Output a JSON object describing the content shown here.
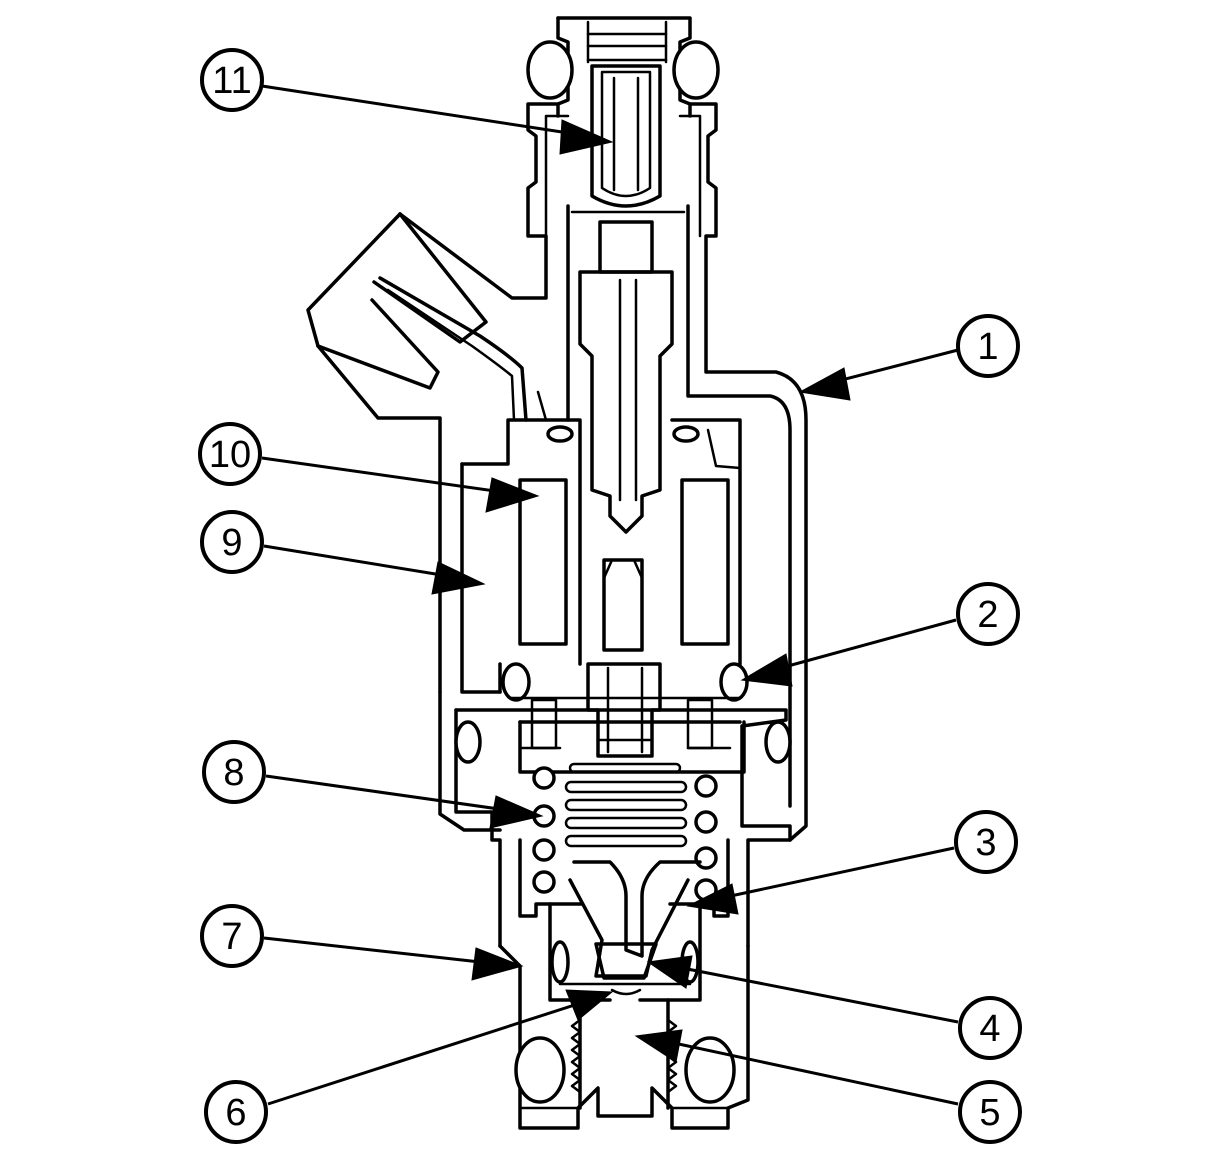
{
  "callouts": [
    {
      "id": "c1",
      "label": "1"
    },
    {
      "id": "c2",
      "label": "2"
    },
    {
      "id": "c3",
      "label": "3"
    },
    {
      "id": "c4",
      "label": "4"
    },
    {
      "id": "c5",
      "label": "5"
    },
    {
      "id": "c6",
      "label": "6"
    },
    {
      "id": "c7",
      "label": "7"
    },
    {
      "id": "c8",
      "label": "8"
    },
    {
      "id": "c9",
      "label": "9"
    },
    {
      "id": "c10",
      "label": "10"
    },
    {
      "id": "c11",
      "label": "11"
    }
  ],
  "colors": {
    "line": "#000000",
    "background": "#ffffff"
  }
}
